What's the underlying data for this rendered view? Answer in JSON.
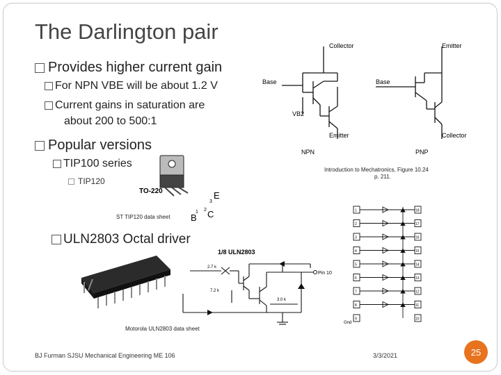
{
  "slide": {
    "title": "The Darlington pair",
    "bullet_1": "Provides higher current gain",
    "bullet_1a": "For NPN VBE will be about 1.2 V",
    "bullet_1b_line1": "Current gains in saturation are",
    "bullet_1b_line2": "about 200 to 500:1",
    "bullet_2": "Popular versions",
    "bullet_2a": "TIP100 series",
    "bullet_2a_i": "TIP120",
    "bullet_3": "ULN2803 Octal driver",
    "footer_left": "BJ Furman SJSU Mechanical Engineering ME 106",
    "footer_date": "3/3/2021",
    "page_number": "25"
  },
  "figures": {
    "darlington": {
      "npn_collector": "Collector",
      "npn_base": "Base",
      "npn_vb2": "VB2",
      "npn_emitter": "Emitter",
      "npn_label": "NPN",
      "pnp_emitter": "Emitter",
      "pnp_base": "Base",
      "pnp_collector": "Collector",
      "pnp_label": "PNP",
      "caption_line1": "Introduction to Mechatronics, Figure 10.24",
      "caption_line2": "p. 211."
    },
    "to220": {
      "package_label": "TO-220",
      "pin_b": "B",
      "pin_c": "C",
      "pin_e": "E",
      "pin_1": "1",
      "pin_2": "2",
      "pin_3": "3",
      "caption": "ST TIP120 data sheet"
    },
    "uln2803": {
      "title": "1/8 ULN2803",
      "r1": "2.7 k",
      "r2": "7.2 k",
      "r3": "3.0 k",
      "pin10": "Pin 10",
      "caption": "Motorola ULN2803 data sheet"
    },
    "pinout": {
      "left_pins": [
        "1",
        "2",
        "3",
        "4",
        "5",
        "6",
        "7",
        "8",
        "9"
      ],
      "right_pins": [
        "18",
        "17",
        "16",
        "15",
        "14",
        "13",
        "12",
        "11",
        "10"
      ],
      "gnd_label": "Gnd"
    }
  }
}
